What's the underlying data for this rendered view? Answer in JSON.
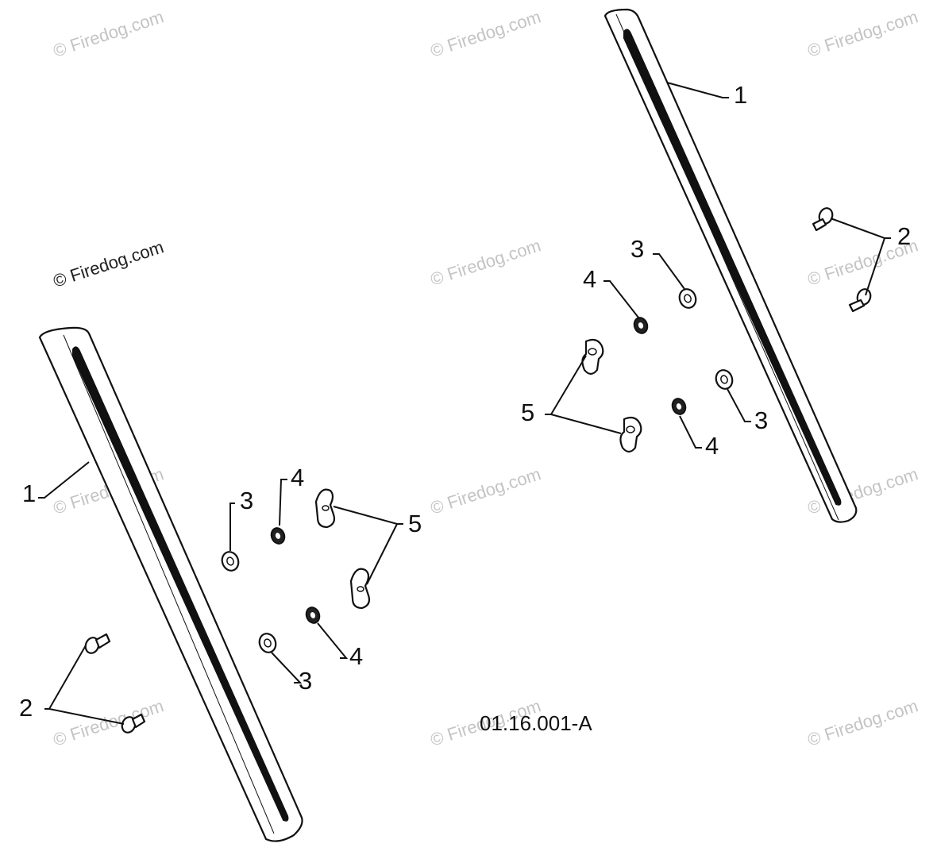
{
  "diagram": {
    "figure_id": "01.16.001-A",
    "watermark": "© Firedog.com",
    "callouts": {
      "left_rail": "1",
      "left_bolts": "2",
      "left_washer_top": "3",
      "left_washer_bottom": "3",
      "left_nut_top": "4",
      "left_nut_bottom": "4",
      "left_wingnuts": "5",
      "right_rail": "1",
      "right_bolts": "2",
      "right_washer_top": "3",
      "right_washer_bottom": "3",
      "right_nut_top": "4",
      "right_nut_bottom": "4",
      "right_wingnuts": "5"
    }
  }
}
